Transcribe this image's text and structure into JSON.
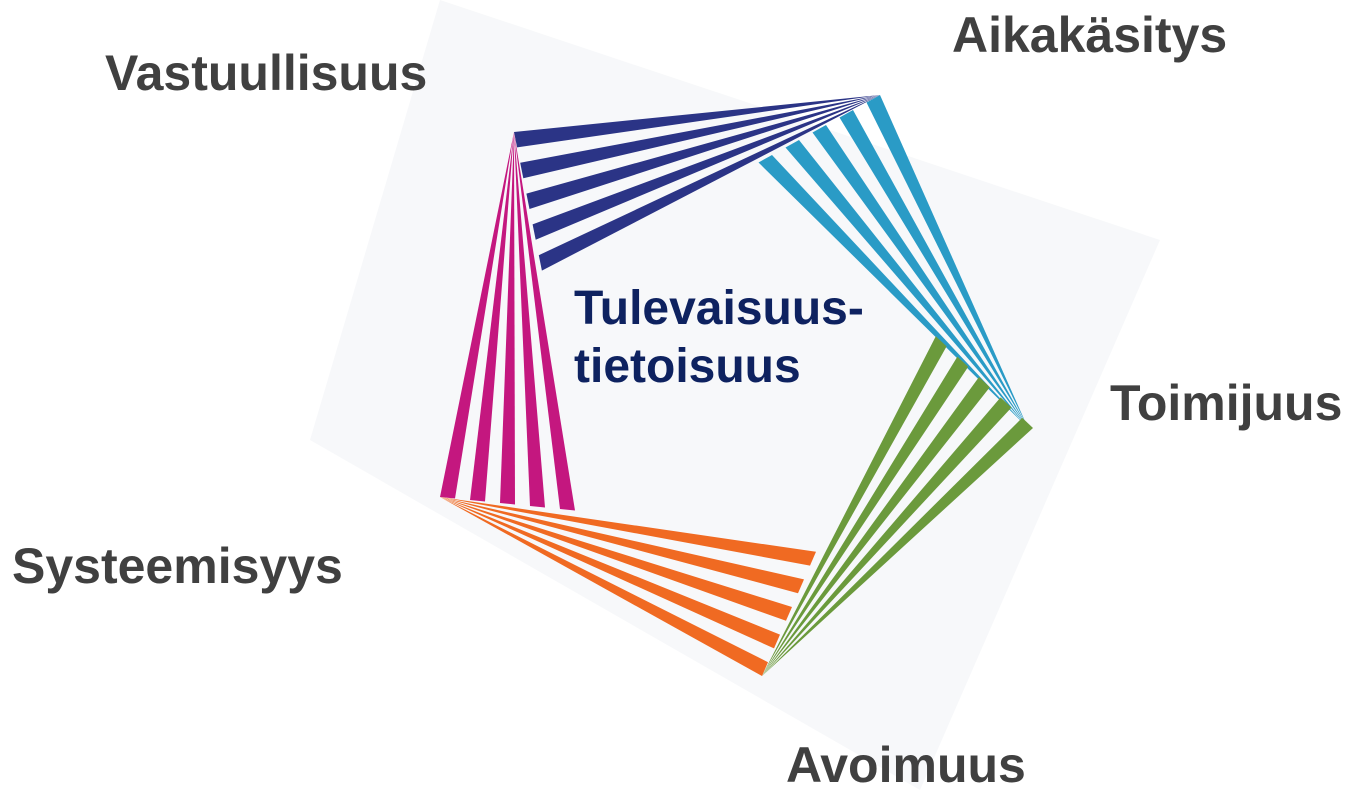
{
  "center": {
    "line1": "Tulevaisuus-",
    "line2": "tietoisuus",
    "color": "#0e2260"
  },
  "labels": {
    "vastuullisuus": "Vastuullisuus",
    "aikakasitys": "Aikakäsitys",
    "toimijuus": "Toimijuus",
    "systeemisyys": "Systeemisyys",
    "avoimuus": "Avoimuus",
    "color": "#404040"
  },
  "segments": [
    {
      "name": "vastuullisuus",
      "color": "#2b3486"
    },
    {
      "name": "aikakasitys",
      "color": "#2a9bc6"
    },
    {
      "name": "toimijuus",
      "color": "#6b9a3c"
    },
    {
      "name": "avoimuus",
      "color": "#f06a22"
    },
    {
      "name": "systeemisyys",
      "color": "#c4177f"
    }
  ]
}
